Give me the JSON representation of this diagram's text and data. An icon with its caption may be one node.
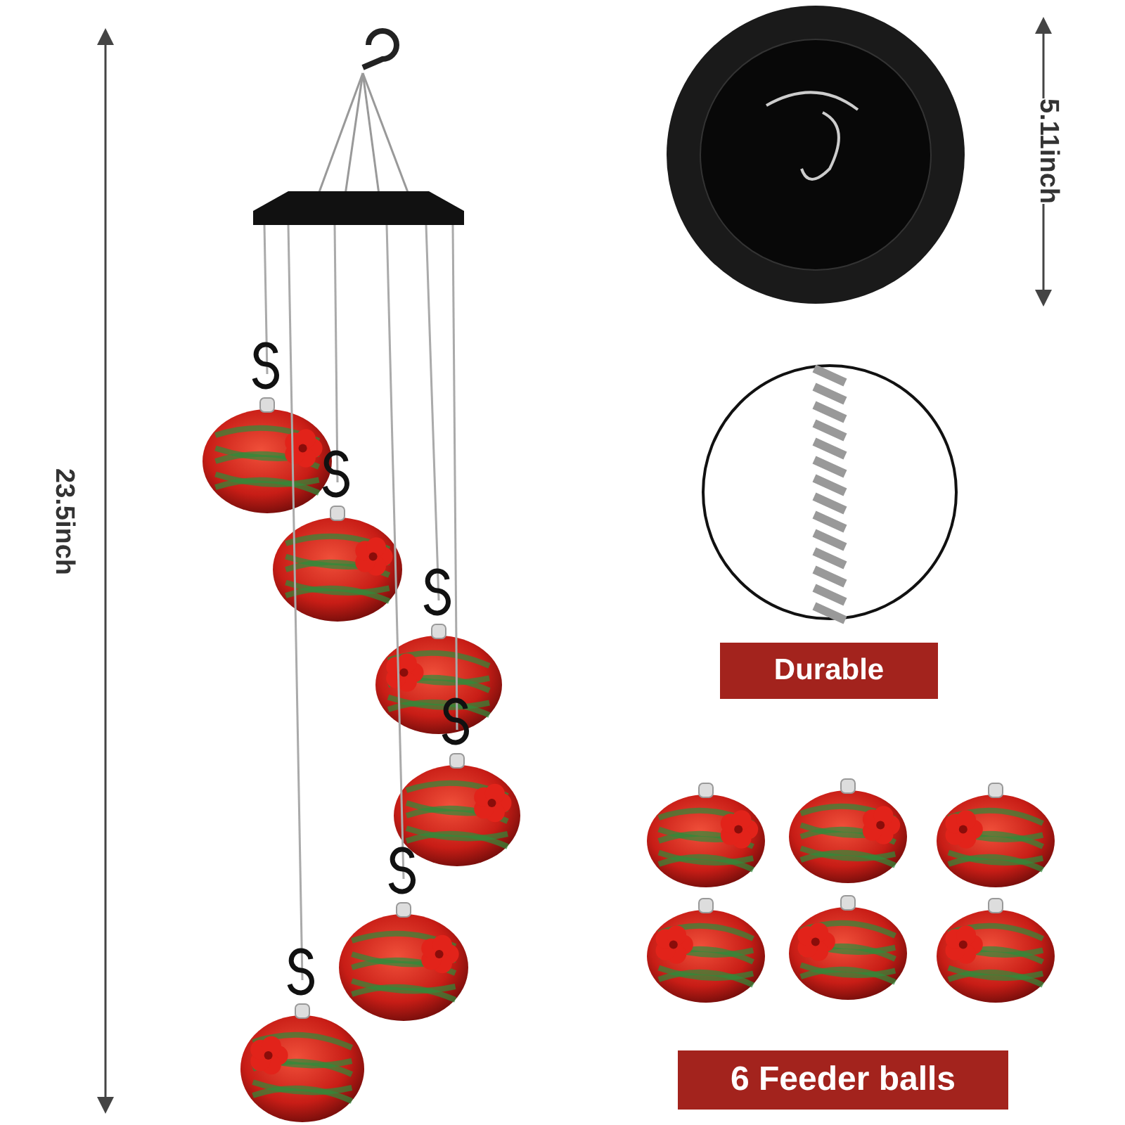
{
  "diagram": {
    "nodes": [
      {
        "text": [
          "Durable"
        ]
      },
      {
        "text": [
          "6 Feeder balls"
        ]
      }
    ],
    "labels": [
      "23.5inch",
      "5.11inch"
    ]
  }
}
